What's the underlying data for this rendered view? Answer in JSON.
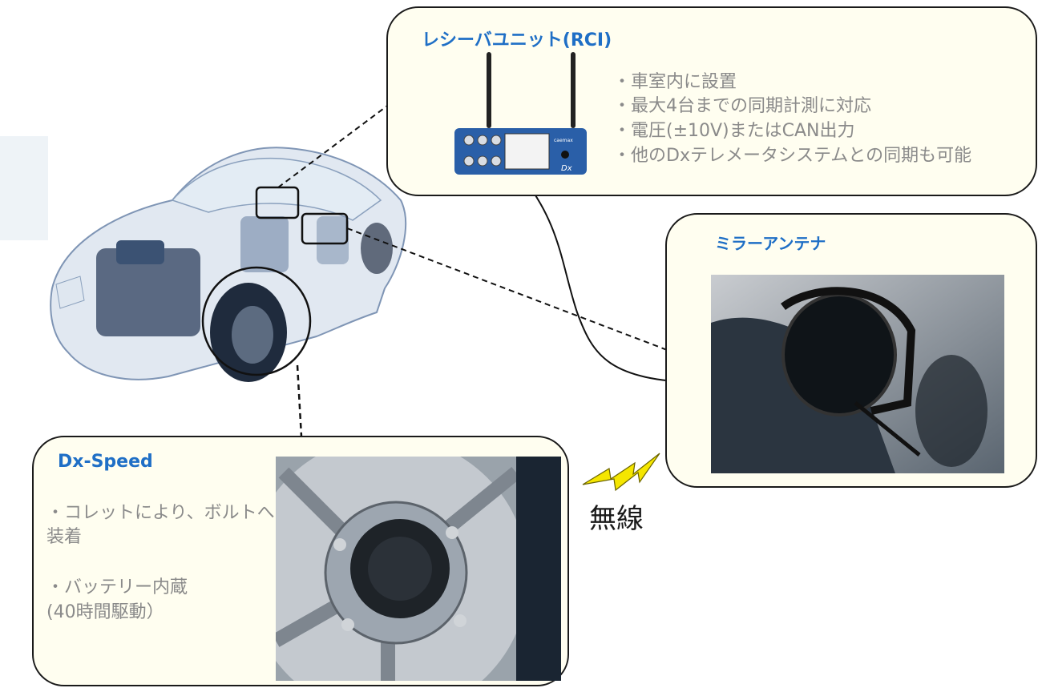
{
  "receiver": {
    "title": "レシーバユニット(RCI)",
    "bullets": [
      "・車室内に設置",
      "・最大4台までの同期計測に対応",
      "・電圧(±10V)またはCAN出力",
      "・他のDxテレメータシステムとの同期も可能"
    ],
    "device_brand": "caemax",
    "device_logo": "Dx"
  },
  "mirror": {
    "title": "ミラーアンテナ"
  },
  "speed": {
    "title": "Dx-Speed",
    "bullets": [
      "・コレットにより、ボルトへ",
      "装着",
      "・バッテリー内蔵",
      "(40時間駆動）"
    ]
  },
  "wireless_label": "無線",
  "colors": {
    "title": "#1f6fc6",
    "bullet": "#8a8a8a",
    "box_fill": "#fffef0",
    "lightning": "#f5e600",
    "device_blue": "#2a5fa8"
  }
}
